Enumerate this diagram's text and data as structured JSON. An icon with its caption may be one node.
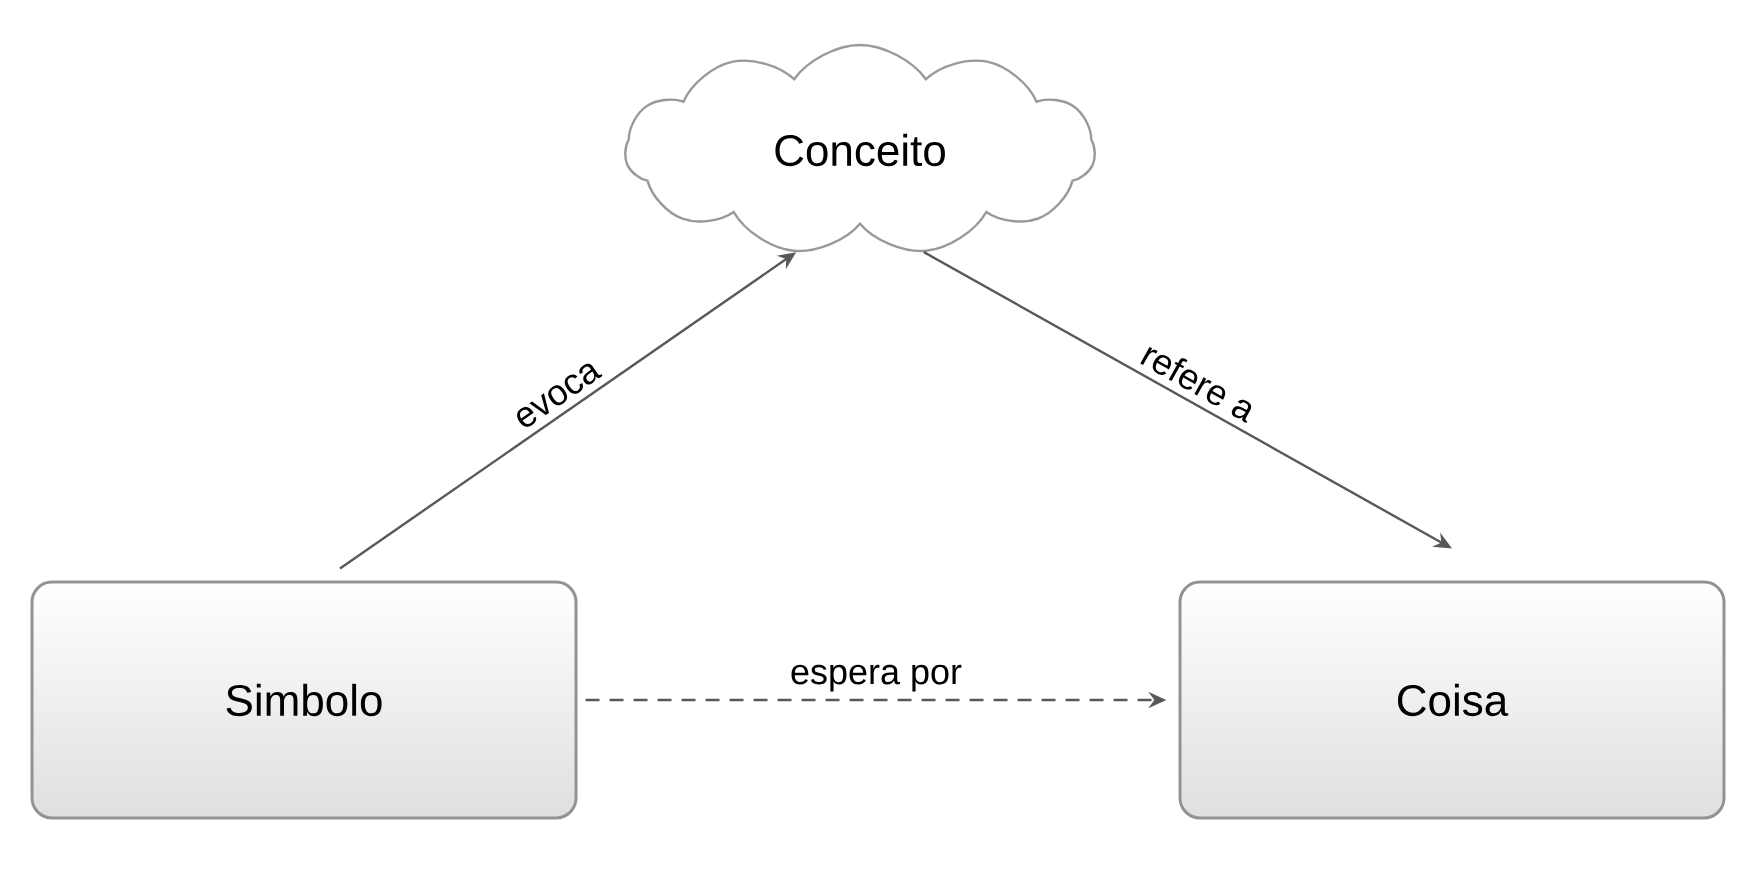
{
  "diagram": {
    "nodes": [
      {
        "text": [
          "Conceito"
        ]
      },
      {
        "text": [
          "Simbolo"
        ]
      },
      {
        "text": [
          "Coisa"
        ]
      }
    ],
    "edges": [
      {
        "from": 1,
        "to": 0,
        "arrow": "to",
        "label": "evoca"
      },
      {
        "from": 0,
        "to": 2,
        "arrow": "to",
        "label": "refere a"
      },
      {
        "from": 1,
        "to": 2,
        "arrow": "to",
        "label": "espera por",
        "style": "dashed"
      }
    ]
  }
}
